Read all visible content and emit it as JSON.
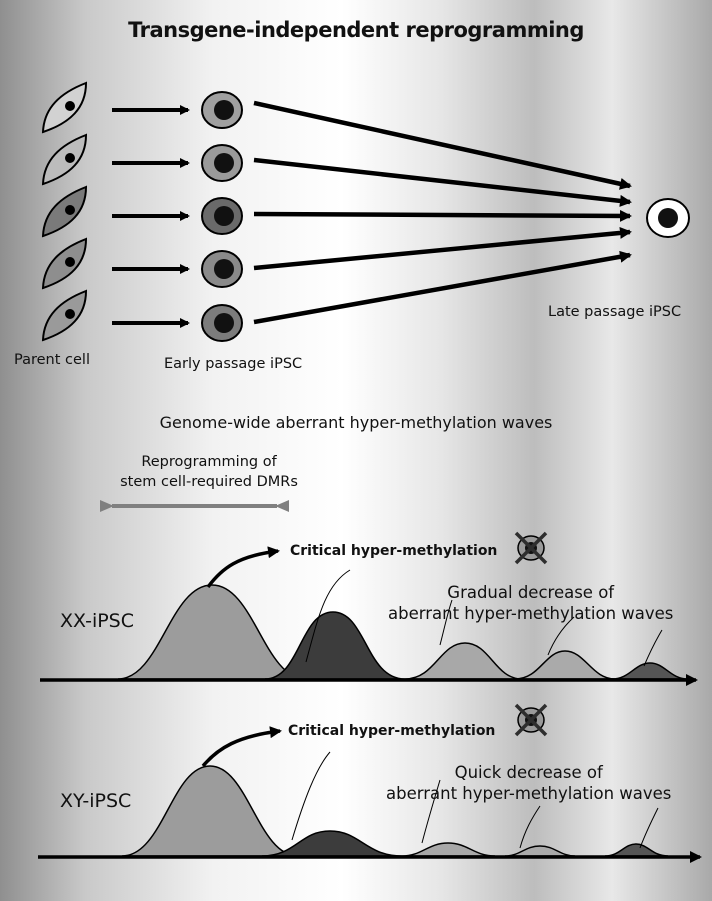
{
  "title": "Transgene-independent reprogramming",
  "labels": {
    "parent_cell": "Parent cell",
    "early_passage": "Early passage iPSC",
    "late_passage": "Late passage iPSC"
  },
  "section_title": "Genome-wide aberrant hyper-methylation waves",
  "dmr_label": {
    "line1": "Reprogramming of",
    "line2": "stem cell-required DMRs"
  },
  "xx_panel": {
    "label": "XX-iPSC",
    "critical": "Critical hyper-methylation",
    "decrease_line1": "Gradual decrease of",
    "decrease_line2": "aberrant hyper-methylation waves"
  },
  "xy_panel": {
    "label": "XY-iPSC",
    "critical": "Critical hyper-methylation",
    "decrease_line1": "Quick decrease of",
    "decrease_line2": "aberrant hyper-methylation waves"
  },
  "colors": {
    "light_wave": "#9c9c9c",
    "dark_wave": "#3c3c3c",
    "cell_body": "#8a8a8a",
    "blocked_mark": "#2e2e2e"
  }
}
